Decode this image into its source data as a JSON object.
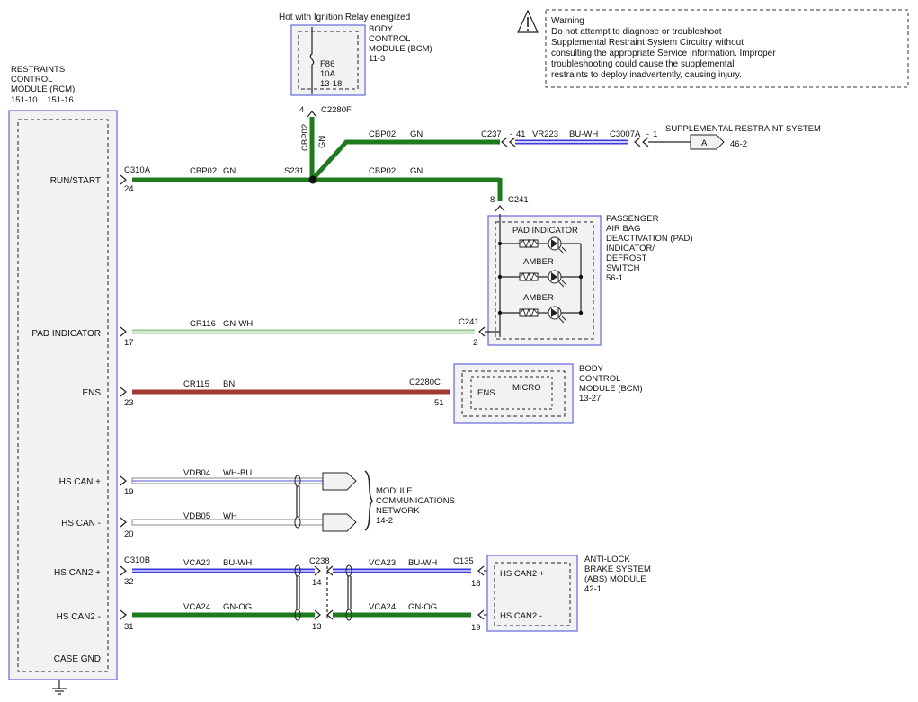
{
  "header": {
    "hot_label": "Hot with Ignition Relay energized"
  },
  "warning": {
    "lines": [
      "Warning",
      "Do not attempt to diagnose or troubleshoot",
      "Supplemental Restraint System Circuitry without",
      "consulting the appropriate Service Information. Improper",
      "troubleshooting could cause the supplemental",
      "restraints to deploy inadvertently, causing injury."
    ]
  },
  "rcm": {
    "title_lines": [
      "RESTRAINTS",
      "CONTROL",
      "MODULE (RCM)"
    ],
    "ref": "151-10    151-16",
    "pins": {
      "run_start": "RUN/START",
      "pad_indicator": "PAD INDICATOR",
      "ens": "ENS",
      "hs_can_plus": "HS CAN +",
      "hs_can_minus": "HS CAN -",
      "hs_can2_plus": "HS CAN2 +",
      "hs_can2_minus": "HS CAN2 -",
      "case_gnd": "CASE GND"
    },
    "pin_numbers": {
      "run_start": "24",
      "pad_indicator": "17",
      "ens": "23",
      "hs_can_plus": "19",
      "hs_can_minus": "20",
      "hs_can2_plus": "32",
      "hs_can2_minus": "31"
    },
    "connectors": {
      "c310a": "C310A",
      "c310b": "C310B"
    }
  },
  "bcm_fuse": {
    "title_lines": [
      "BODY",
      "CONTROL",
      "MODULE (BCM)",
      "11-3"
    ],
    "fuse_lines": [
      "F86",
      "10A",
      "13-18"
    ],
    "pin": "4",
    "connector": "C2280F"
  },
  "wires": {
    "vertical_circuit": "CBP02",
    "vertical_color": "GN",
    "upper_circuit": "CBP02",
    "upper_color": "GN",
    "run_circuit": "CBP02",
    "run_color": "GN",
    "right_circuit": "CBP02",
    "right_color": "GN",
    "splice": "S231",
    "pad_circuit": "CR116",
    "pad_color": "GN-WH",
    "ens_circuit": "CR115",
    "ens_color": "BN",
    "vdb04_circuit": "VDB04",
    "vdb04_color": "WH-BU",
    "vdb05_circuit": "VDB05",
    "vdb05_color": "WH",
    "vca23_circuit": "VCA23",
    "vca23_color": "BU-WH",
    "vca24_circuit": "VCA24",
    "vca24_color": "GN-OG",
    "vr223_circuit": "VR223",
    "vr223_color": "BU-WH"
  },
  "srs": {
    "c237": "C237",
    "c237_pin": "41",
    "c3007a": "C3007A",
    "c3007a_pin": "1",
    "title": "SUPPLEMENTAL RESTRAINT SYSTEM",
    "ref_letter": "A",
    "ref": "46-2"
  },
  "pad": {
    "connector": "C241",
    "pin_top": "8",
    "pin_bottom": "2",
    "title_lines": [
      "PASSENGER",
      "AIR BAG",
      "DEACTIVATION (PAD)",
      "INDICATOR/",
      "DEFROST",
      "SWITCH",
      "56-1"
    ],
    "lamps": [
      "PAD INDICATOR",
      "AMBER",
      "AMBER"
    ]
  },
  "bcm2": {
    "connector": "C2280C",
    "pin": "51",
    "ens_label": "ENS",
    "micro_label": "MICRO",
    "title_lines": [
      "BODY",
      "CONTROL",
      "MODULE (BCM)",
      "13-27"
    ]
  },
  "network": {
    "title_lines": [
      "MODULE",
      "COMMUNICATIONS",
      "NETWORK",
      "14-2"
    ]
  },
  "can2": {
    "c238": "C238",
    "c238_pin_top": "14",
    "c238_pin_bottom": "13",
    "c135": "C135",
    "c135_pin_top": "18",
    "c135_pin_bottom": "19"
  },
  "abs": {
    "pin_plus": "HS CAN2 +",
    "pin_minus": "HS CAN2 -",
    "title_lines": [
      "ANTI-LOCK",
      "BRAKE SYSTEM",
      "(ABS) MODULE",
      "42-1"
    ]
  },
  "colors": {
    "module_outline": "#6666dd",
    "module_fill": "#f2f2f2",
    "wire_green": "#1f7a1f",
    "wire_light_green": "#8fc98f",
    "wire_brown": "#a33a2e",
    "wire_blue": "#3a3adf",
    "wire_white": "#ffffff"
  }
}
